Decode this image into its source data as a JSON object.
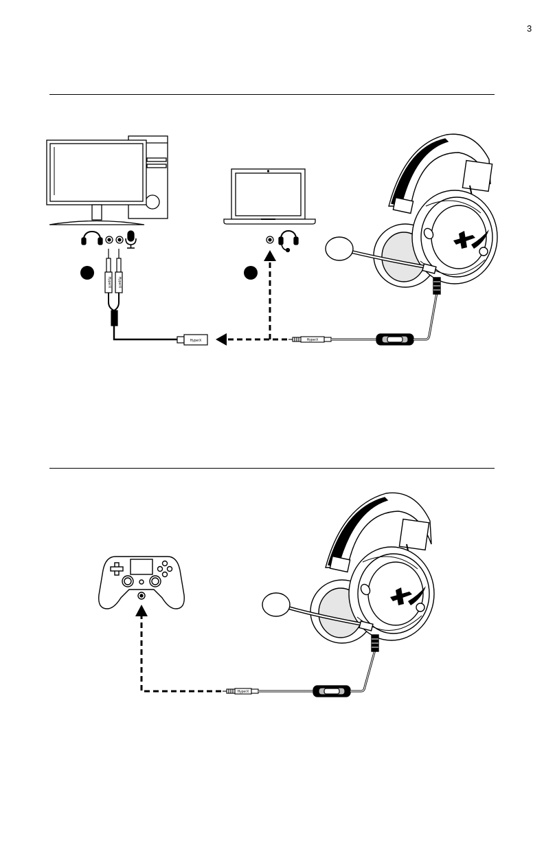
{
  "page": {
    "number": "3"
  },
  "colors": {
    "ink": "#000000",
    "paper": "#ffffff",
    "grey": "#bfbfbf",
    "lightgrey": "#e6e6e6"
  },
  "section_pc": {
    "devices": [
      "desktop-pc",
      "laptop",
      "headset"
    ],
    "desktop_ports": [
      "headphone-icon",
      "headphone-jack",
      "mic-jack",
      "microphone-icon"
    ],
    "laptop_ports": [
      "combo-jack",
      "headset-icon"
    ],
    "connectors": [
      "splitter-cable",
      "extension-adapter",
      "headset-cable"
    ]
  },
  "section_console": {
    "devices": [
      "game-controller",
      "headset"
    ],
    "controller_ports": [
      "audio-jack"
    ],
    "connectors": [
      "headset-cable"
    ]
  },
  "brand_marks": {
    "splitter_label": "HyperX",
    "cable_label": "HyperX"
  }
}
